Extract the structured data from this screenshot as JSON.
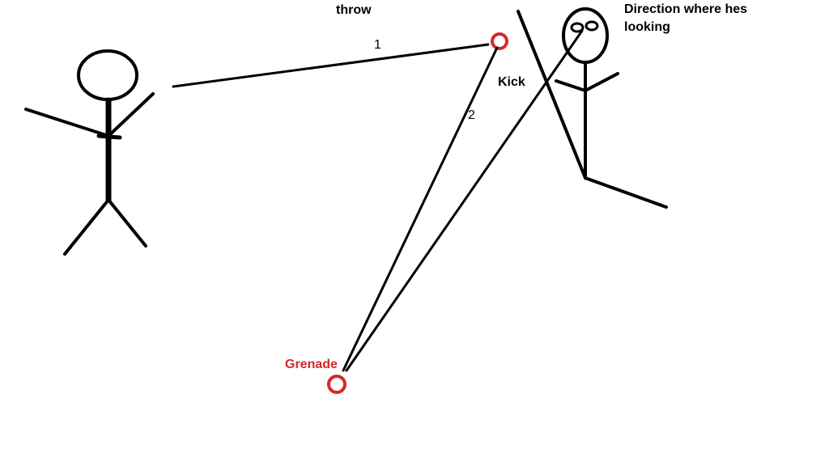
{
  "labels": {
    "throw": "throw",
    "step1": "1",
    "step2": "2",
    "kick": "Kick",
    "direction_line1": "Direction where hes",
    "direction_line2": "looking",
    "grenade": "Grenade"
  },
  "colors": {
    "ink": "#000000",
    "grenade": "#d8272b",
    "background": "#ffffff"
  }
}
